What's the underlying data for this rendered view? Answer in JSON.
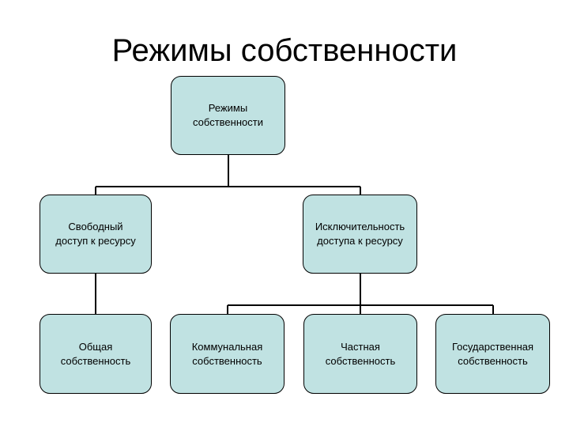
{
  "title": "Режимы собственности",
  "colors": {
    "node_fill": "#c0e2e2",
    "line": "#000000"
  },
  "nodes": {
    "root": "Режимы\nсобственности",
    "free_access": "Свободный\nдоступ к ресурсу",
    "exclusive_access": "Исключительность\nдоступа к ресурсу",
    "common": "Общая\nсобственность",
    "communal": "Коммунальная\nсобственность",
    "private": "Частная\nсобственность",
    "state": "Государственная\nсобственность"
  }
}
